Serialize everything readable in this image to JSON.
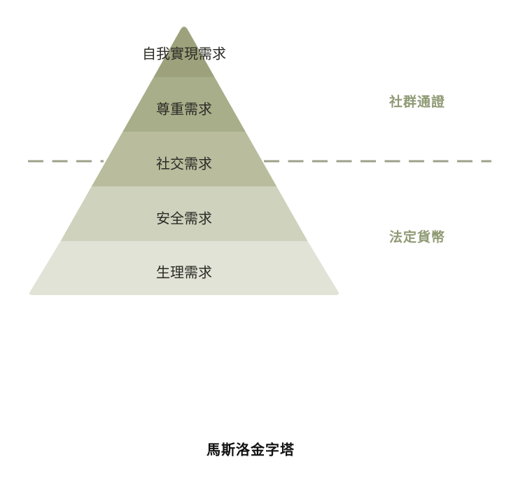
{
  "diagram": {
    "type": "pyramid",
    "title": "馬斯洛金字塔",
    "levels": [
      {
        "label": "自我實現需求",
        "color": "#9ea27c"
      },
      {
        "label": "尊重需求",
        "color": "#a9ae8a"
      },
      {
        "label": "社交需求",
        "color": "#b9bd9d"
      },
      {
        "label": "安全需求",
        "color": "#cfd2bd"
      },
      {
        "label": "生理需求",
        "color": "#e2e3d7"
      }
    ],
    "divider": {
      "style": "dashed",
      "color": "#9da28a"
    },
    "side_labels": {
      "upper": "社群通證",
      "lower": "法定貨幣",
      "color": "#8f9a74"
    }
  }
}
